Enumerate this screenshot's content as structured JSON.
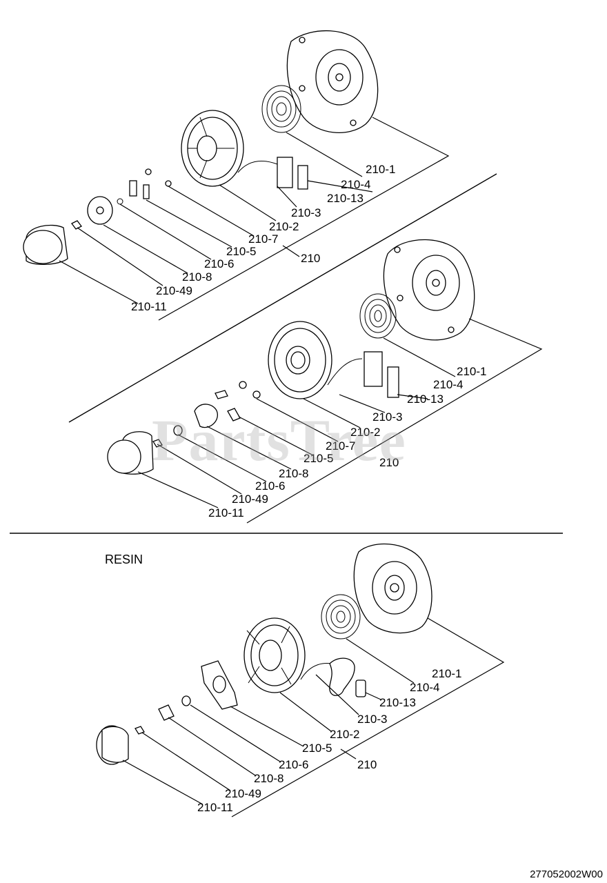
{
  "diagram": {
    "section_label": "RESIN",
    "document_code": "277052002W00",
    "watermark": "PartsTree",
    "assemblies": [
      {
        "id": "upper",
        "assembly_label": "210",
        "callouts": [
          "210-1",
          "210-4",
          "210-13",
          "210-3",
          "210-2",
          "210-7",
          "210-5",
          "210-6",
          "210-8",
          "210-49",
          "210-11"
        ]
      },
      {
        "id": "middle",
        "assembly_label": "210",
        "callouts": [
          "210-1",
          "210-4",
          "210-13",
          "210-3",
          "210-2",
          "210-7",
          "210-5",
          "210-8",
          "210-6",
          "210-49",
          "210-11"
        ]
      },
      {
        "id": "lower",
        "assembly_label": "210",
        "callouts": [
          "210-1",
          "210-4",
          "210-13",
          "210-3",
          "210-2",
          "210-5",
          "210-6",
          "210-8",
          "210-49",
          "210-11"
        ]
      }
    ]
  }
}
